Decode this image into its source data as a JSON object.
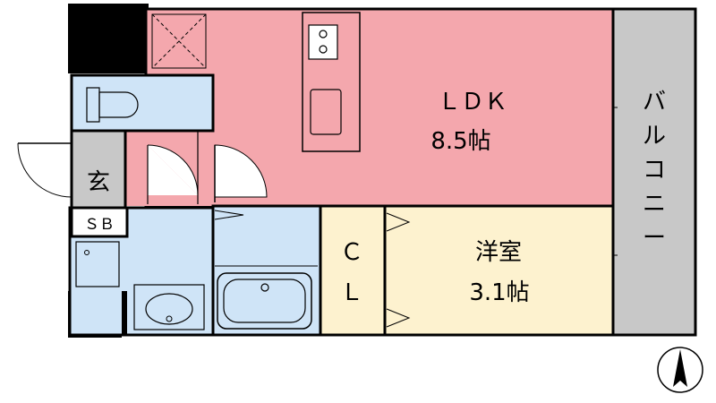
{
  "rooms": {
    "ldk": {
      "name": "ＬＤＫ",
      "size": "8.5帖"
    },
    "western": {
      "name": "洋室",
      "size": "3.1帖"
    },
    "closet": {
      "line1": "Ｃ",
      "line2": "Ｌ"
    },
    "entrance": "玄",
    "shoe_box": "ＳＢ",
    "balcony": [
      "バ",
      "ル",
      "コ",
      "ニ",
      "ー"
    ]
  },
  "colors": {
    "ldk": "#f4a7ad",
    "western": "#fdf2cf",
    "closet": "#fdf2cf",
    "wet": "#cfe4f7",
    "entrance": "#c8c8c8",
    "balcony": "#c8c8c8",
    "wall": "#000000"
  },
  "icons": {
    "north": "north-arrow-icon",
    "stove": "stove-icon",
    "sink": "sink-icon",
    "toilet": "toilet-icon",
    "bathtub": "bathtub-icon",
    "washbasin": "washbasin-icon",
    "washer": "washing-machine-icon"
  }
}
